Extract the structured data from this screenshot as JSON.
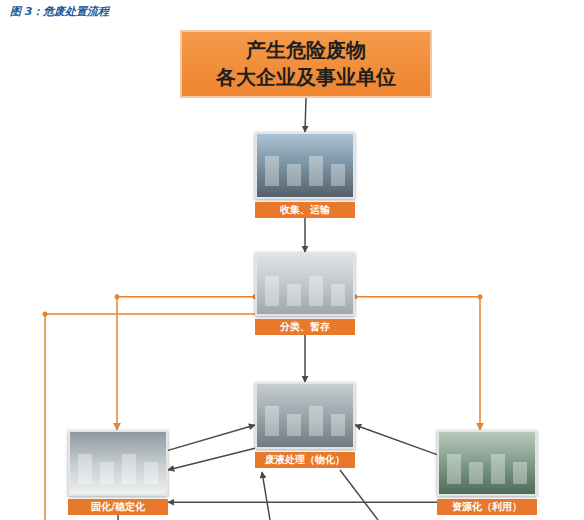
{
  "diagram": {
    "title": "图 3：危废处置流程",
    "nodes": [
      {
        "text": [
          "产生危险废物 各大企业及事业单位"
        ]
      },
      {
        "text": [
          "收集、运输"
        ]
      },
      {
        "text": [
          "分类、暂存"
        ]
      },
      {
        "text": [
          "废液处理（物化）"
        ]
      },
      {
        "text": [
          "固化/稳定化"
        ]
      },
      {
        "text": [
          "资源化（利用）"
        ]
      }
    ],
    "edges": [
      {
        "from": 0,
        "to": 1,
        "arrow": "to"
      },
      {
        "from": 1,
        "to": 2,
        "arrow": "to"
      },
      {
        "from": 2,
        "to": 3,
        "arrow": "to"
      },
      {
        "from": 2,
        "to": 4,
        "arrow": "to"
      },
      {
        "from": 2,
        "to": 5,
        "arrow": "to"
      },
      {
        "from": 4,
        "to": 3,
        "arrow": "to"
      },
      {
        "from": 3,
        "to": 4,
        "arrow": "to"
      },
      {
        "from": 5,
        "to": 3,
        "arrow": "to"
      },
      {
        "from": 5,
        "to": 4,
        "arrow": "to"
      }
    ]
  }
}
